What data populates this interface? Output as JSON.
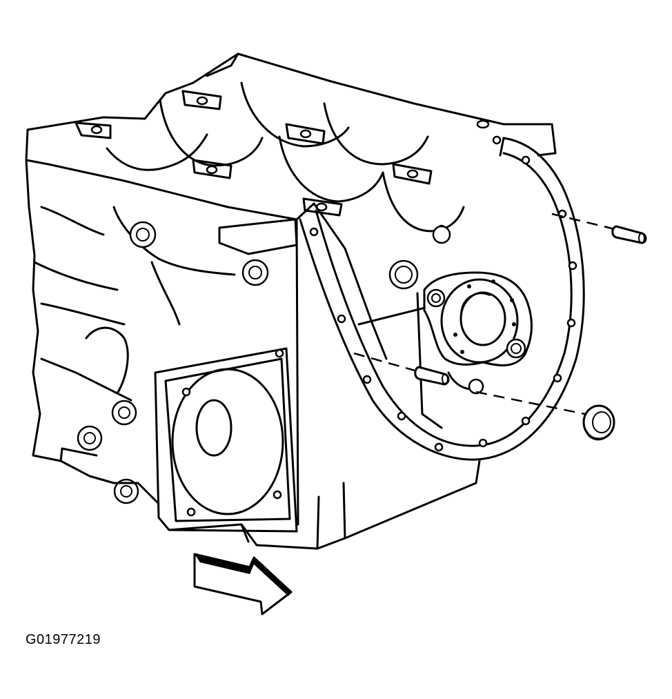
{
  "figure": {
    "id_label": "G01977219",
    "line_color": "#000000",
    "background_color": "#ffffff"
  },
  "parts": {
    "engine_block": "engine-block",
    "rear_cover": "rear-seal-housing",
    "dowel_pin_upper": "dowel-pin",
    "dowel_pin_lower": "dowel-pin",
    "crank_seal": "seal-ring",
    "view_arrow": "arrow-icon"
  }
}
